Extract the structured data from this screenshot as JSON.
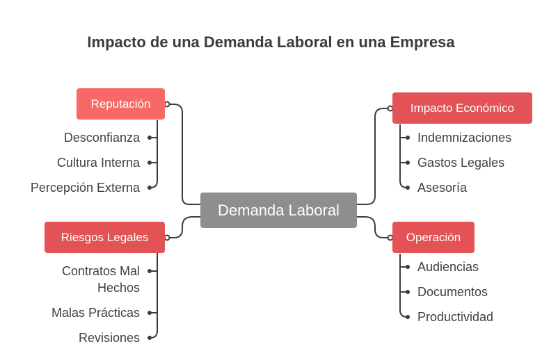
{
  "title": "Impacto de una Demanda Laboral en una Empresa",
  "center": "Demanda Laboral",
  "branches": {
    "reputacion": {
      "label": "Reputación",
      "items": [
        "Desconfianza",
        "Cultura Interna",
        "Percepción Externa"
      ]
    },
    "riesgos": {
      "label": "Riesgos Legales",
      "items": [
        "Contratos Mal Hechos",
        "Malas Prácticas",
        "Revisiones"
      ]
    },
    "economico": {
      "label": "Impacto Económico",
      "items": [
        "Indemnizaciones",
        "Gastos Legales",
        "Asesoría"
      ]
    },
    "operacion": {
      "label": "Operación",
      "items": [
        "Audiencias",
        "Documentos",
        "Productividad"
      ]
    }
  },
  "colors": {
    "center": "#8e8e8e",
    "branch_light": "#f86866",
    "branch_dark": "#e35355",
    "lines": "#3d3d3d"
  }
}
